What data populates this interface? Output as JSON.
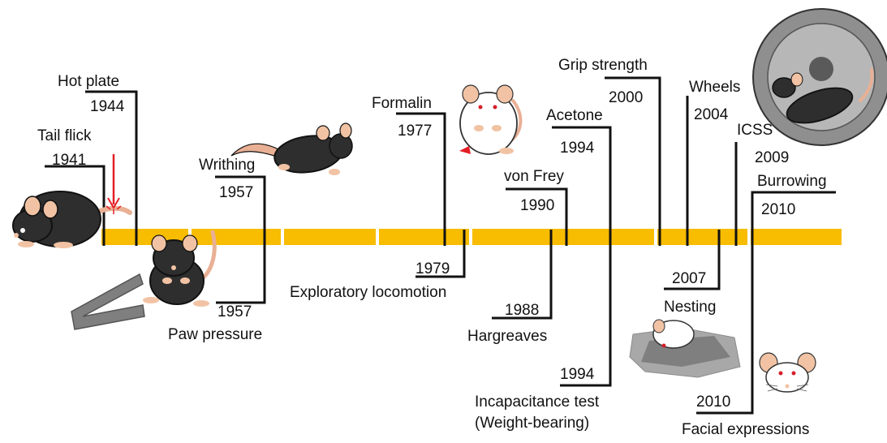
{
  "timeline": {
    "bar_color": "#F8BC00",
    "line_color": "#111111",
    "events": [
      {
        "id": "tail-flick",
        "name": "Tail flick",
        "year": "1941",
        "side": "above"
      },
      {
        "id": "hot-plate",
        "name": "Hot plate",
        "year": "1944",
        "side": "above"
      },
      {
        "id": "writhing",
        "name": "Writhing",
        "year": "1957",
        "side": "above"
      },
      {
        "id": "paw-pressure",
        "name": "Paw pressure",
        "year": "1957",
        "side": "below"
      },
      {
        "id": "formalin",
        "name": "Formalin",
        "year": "1977",
        "side": "above"
      },
      {
        "id": "exploratory-locomotion",
        "name": "Exploratory locomotion",
        "year": "1979",
        "side": "below"
      },
      {
        "id": "hargreaves",
        "name": "Hargreaves",
        "year": "1988",
        "side": "below"
      },
      {
        "id": "von-frey",
        "name": "von Frey",
        "year": "1990",
        "side": "above"
      },
      {
        "id": "acetone",
        "name": "Acetone",
        "year": "1994",
        "side": "above"
      },
      {
        "id": "incapacitance",
        "name": "Incapacitance test",
        "name2": "(Weight-bearing)",
        "year": "1994",
        "side": "below"
      },
      {
        "id": "grip-strength",
        "name": "Grip strength",
        "year": "2000",
        "side": "above"
      },
      {
        "id": "wheels",
        "name": "Wheels",
        "year": "2004",
        "side": "above"
      },
      {
        "id": "nesting",
        "name": "Nesting",
        "year": "2007",
        "side": "below"
      },
      {
        "id": "icss",
        "name": "ICSS",
        "year": "2009",
        "side": "above"
      },
      {
        "id": "burrowing",
        "name": "Burrowing",
        "year": "2010",
        "side": "above"
      },
      {
        "id": "facial-expressions",
        "name": "Facial expressions",
        "year": "2010",
        "side": "below"
      }
    ]
  },
  "illustrations": {
    "black_mouse_color": "#2e2e2e",
    "white_mouse_color": "#ffffff",
    "ear_color": "#f1c3a4",
    "eye_red": "#d51f2a",
    "heat_arrow_color": "#e41e26",
    "icons": [
      "tail-flick-mouse-icon",
      "writhing-mouse-icon",
      "paw-pressure-mouse-icon",
      "pressure-clamp-icon",
      "formalin-mouse-icon",
      "running-wheel-icon",
      "nesting-mouse-icon",
      "grimace-mouse-face-icon"
    ]
  }
}
